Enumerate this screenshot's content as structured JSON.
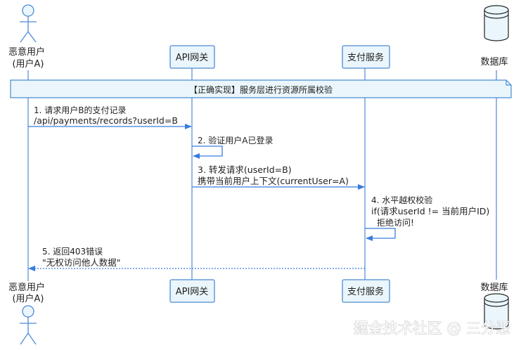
{
  "participants": {
    "attacker": {
      "label_line1": "恶意用户",
      "label_line2": "(用户A)"
    },
    "gateway": {
      "label": "API网关"
    },
    "payment": {
      "label": "支付服务"
    },
    "database": {
      "label": "数据库"
    }
  },
  "note": {
    "text": "【正确实现】服务层进行资源所属校验"
  },
  "messages": [
    {
      "line1": "1. 请求用户B的支付记录",
      "line2": "/api/payments/records?userId=B"
    },
    {
      "line1": "2. 验证用户A已登录"
    },
    {
      "line1": "3. 转发请求(userId=B)",
      "line2": "携带当前用户上下文(currentUser=A)"
    },
    {
      "line1": "4. 水平越权校验",
      "line2": "if(请求userId != 当前用户ID)",
      "line3": "拒绝访问!"
    },
    {
      "line1": "5. 返回403错误",
      "line2": "\"无权访问他人数据\""
    }
  ],
  "watermark": "掘金技术社区 @ 三分恶",
  "colors": {
    "box_fill": "#eaf6fc",
    "box_stroke": "#4c8bd4",
    "arrow": "#3b7be0",
    "lifeline": "#4c8bd4"
  }
}
